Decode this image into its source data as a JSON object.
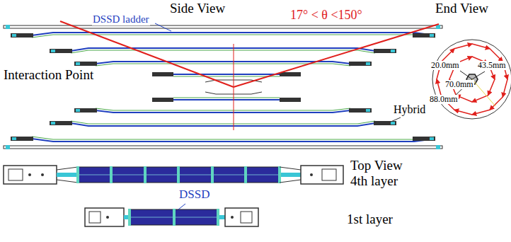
{
  "diagram": {
    "labels": [
      "Side View",
      "DSSD ladder",
      "17° < θ <150°",
      "Interaction Point",
      "Hybrid",
      "End View",
      "20.0mm",
      "43.5mm",
      "70.0mm",
      "88.0mm",
      "Top View",
      "4th layer",
      "DSSD",
      "1st layer"
    ]
  }
}
